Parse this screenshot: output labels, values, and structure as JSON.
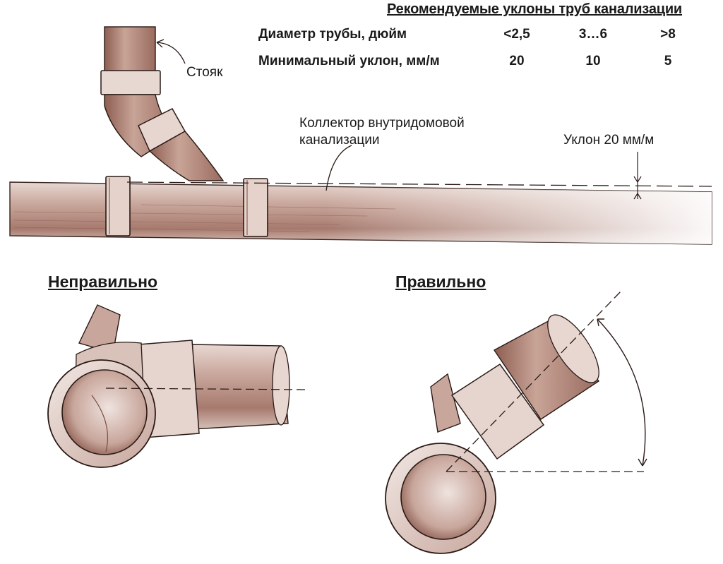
{
  "table": {
    "title": "Рекомендуемые уклоны труб канализации",
    "row_diameter_label": "Диаметр трубы, дюйм",
    "row_slope_label": "Минимальный уклон, мм/м",
    "diameters": [
      "<2,5",
      "3…6",
      ">8"
    ],
    "slopes": [
      "20",
      "10",
      "5"
    ]
  },
  "labels": {
    "riser": "Стояк",
    "collector_line1": "Коллектор внутридомовой",
    "collector_line2": "канализации",
    "slope": "Уклон 20 мм/м"
  },
  "headings": {
    "wrong": "Неправильно",
    "right": "Правильно"
  },
  "colors": {
    "pipe_fill": "#cdb3a8",
    "pipe_shade": "#9c6e62",
    "line": "#2a1a16"
  }
}
